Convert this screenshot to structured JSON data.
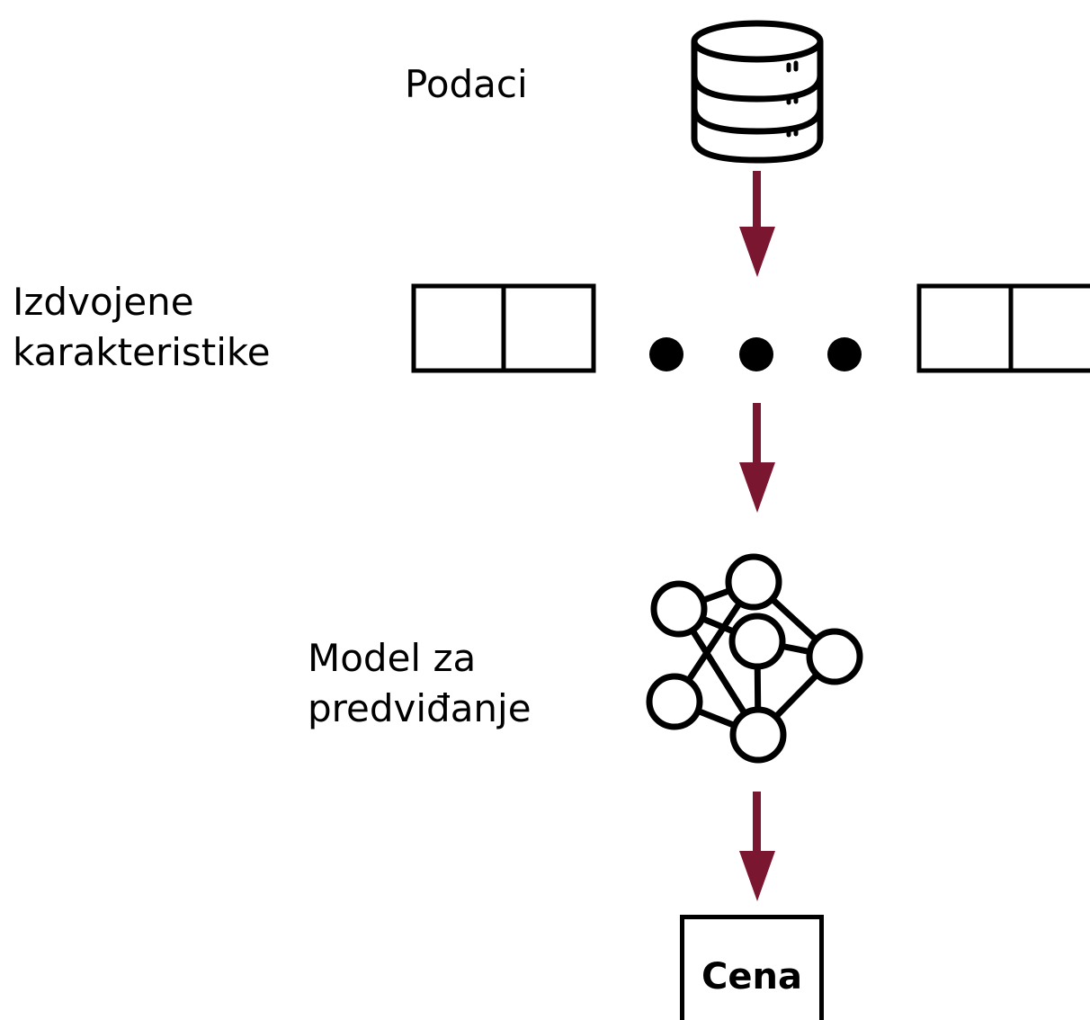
{
  "stages": {
    "data": {
      "label": "Podaci",
      "icon": "database-icon"
    },
    "features": {
      "label_line1": "Izdvojene",
      "label_line2": "karakteristike",
      "icon": "feature-vector-icon"
    },
    "model": {
      "label_line1": "Model za",
      "label_line2": "predviđanje",
      "icon": "neural-network-icon"
    },
    "output": {
      "label": "Cena"
    }
  },
  "colors": {
    "arrow": "#7b1631",
    "stroke": "#000000",
    "background": "#ffffff"
  }
}
